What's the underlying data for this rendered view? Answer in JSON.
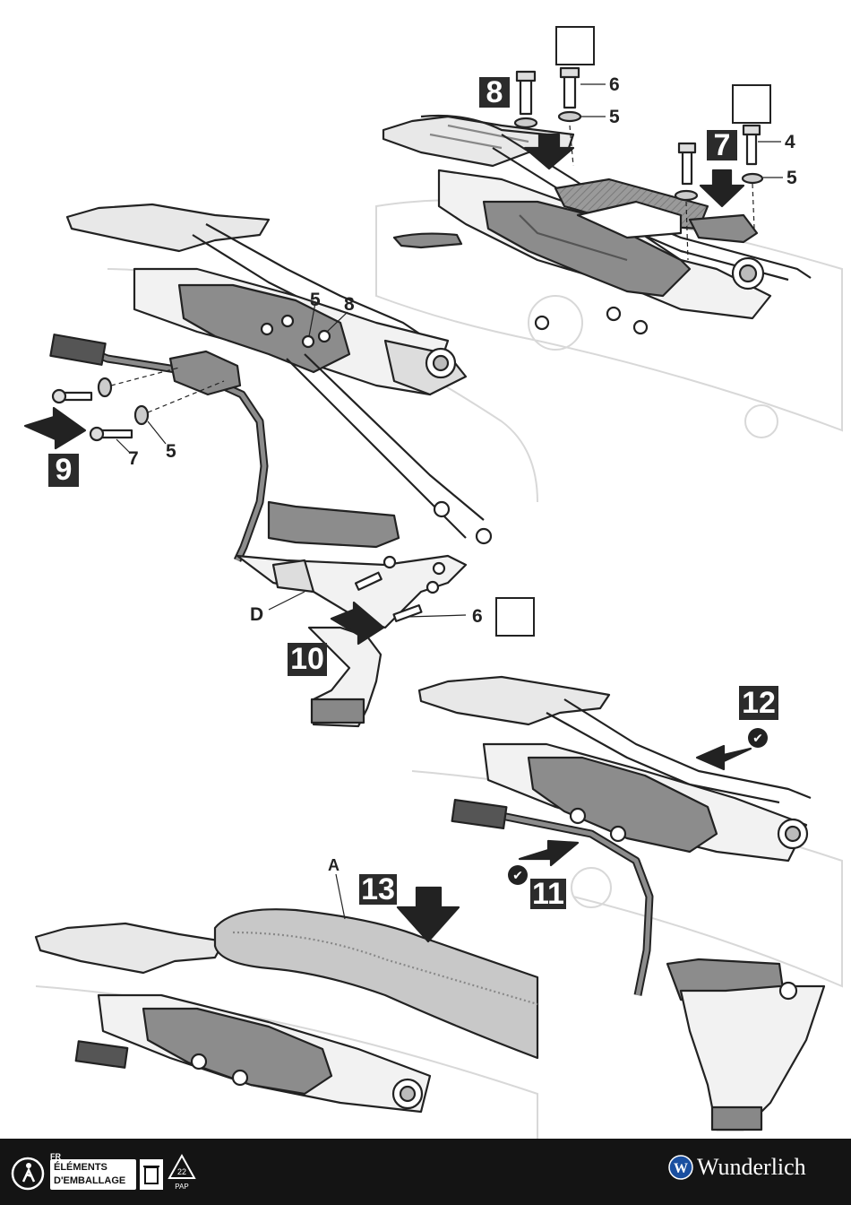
{
  "steps": {
    "s7": "7",
    "s8": "8",
    "s9": "9",
    "s10": "10",
    "s11": "11",
    "s12": "12",
    "s13": "13"
  },
  "part_labels": {
    "top_bolt_6": "6",
    "top_washer_5": "5",
    "right_bolt_4": "4",
    "right_washer_5": "5",
    "mid_5": "5",
    "mid_8": "8",
    "left_bolt_7": "7",
    "left_washer_5": "5",
    "bracket_D": "D",
    "screw_6": "6",
    "seat_A": "A"
  },
  "footer": {
    "country_code": "FR",
    "packaging_line1": "ÉLÉMENTS",
    "packaging_line2": "D'EMBALLAGE",
    "recycle_code": "22",
    "recycle_sub": "PAP",
    "brand": "Wunderlich",
    "brand_mark": "W"
  },
  "icons": [
    "recycle-person-icon",
    "trash-bin-icon",
    "recycle-triangle-icon",
    "checkmark-icon",
    "press-arrow-icon",
    "wunderlich-logo-icon"
  ],
  "colors": {
    "footer_bg": "#141414",
    "badge_bg": "#2b2b2b",
    "part_fill": "#8c8c8c",
    "part_fill_light": "#b8b8b8",
    "seat_fill": "#c8c8c8",
    "line": "#222222",
    "brand_blue": "#1a4fa0"
  }
}
